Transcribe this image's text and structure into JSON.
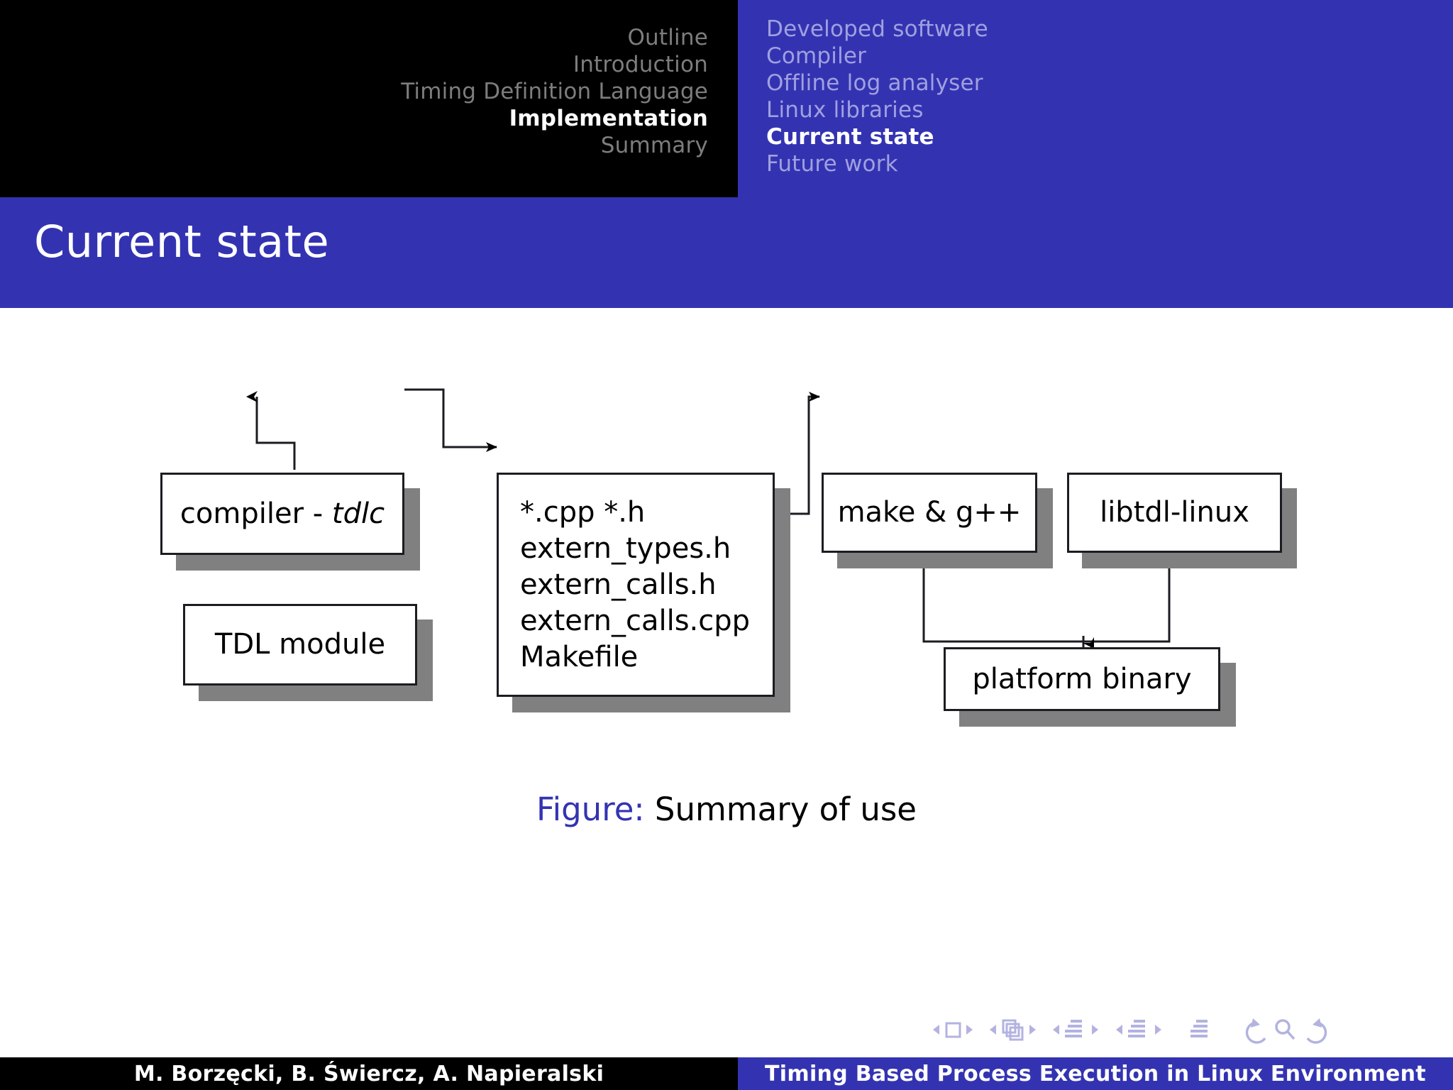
{
  "header": {
    "left_nav": [
      {
        "label": "Outline",
        "active": false
      },
      {
        "label": "Introduction",
        "active": false
      },
      {
        "label": "Timing Definition Language",
        "active": false
      },
      {
        "label": "Implementation",
        "active": true
      },
      {
        "label": "Summary",
        "active": false
      }
    ],
    "right_nav": [
      {
        "label": "Developed software",
        "active": false
      },
      {
        "label": "Compiler",
        "active": false
      },
      {
        "label": "Offline log analyser",
        "active": false
      },
      {
        "label": "Linux libraries",
        "active": false
      },
      {
        "label": "Current state",
        "active": true
      },
      {
        "label": "Future work",
        "active": false
      }
    ],
    "bg_dark": "#000000",
    "bg_accent": "#3333b2"
  },
  "title": {
    "text": "Current state"
  },
  "figure": {
    "caption_label": "Figure:",
    "caption_text": "Summary of use",
    "caption_label_color": "#3333b2",
    "boxes": [
      {
        "id": "compiler",
        "text_plain": "compiler - ",
        "text_italic": "tdlc"
      },
      {
        "id": "tdl-module",
        "text": "TDL module"
      },
      {
        "id": "sources",
        "text": "*.cpp *.h\nextern_types.h\nextern_calls.h\nextern_calls.cpp\nMakefile"
      },
      {
        "id": "make-gpp",
        "text": "make & g++"
      },
      {
        "id": "libtdl-linux",
        "text": "libtdl-linux"
      },
      {
        "id": "platform-binary",
        "text": "platform binary"
      }
    ]
  },
  "nav_symbols": [
    "prev-slide-icon",
    "slide-icon",
    "next-slide-icon",
    "prev-frame-icon",
    "frame-icon",
    "next-frame-icon",
    "prev-subsection-icon",
    "subsection-icon",
    "next-subsection-icon",
    "prev-section-icon",
    "section-icon",
    "next-section-icon",
    "document-icon",
    "back-icon",
    "search-icon",
    "forward-icon"
  ],
  "footer": {
    "authors": "M. Borzęcki, B. Świercz, A. Napieralski",
    "talk_title": "Timing Based Process Execution in Linux Environment"
  }
}
